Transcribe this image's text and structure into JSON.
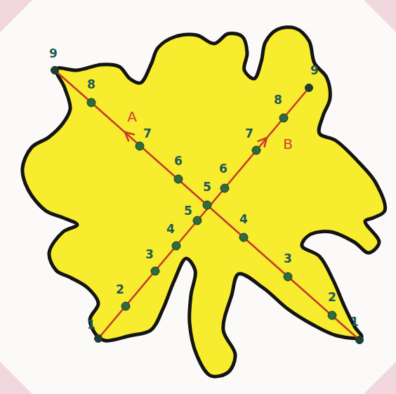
{
  "diagram": {
    "labels": [
      "1",
      "2",
      "3",
      "4",
      "5",
      "6",
      "7",
      "8",
      "9",
      "A",
      "1",
      "2",
      "3",
      "4",
      "5",
      "6",
      "7",
      "8",
      "9",
      "B"
    ]
  }
}
